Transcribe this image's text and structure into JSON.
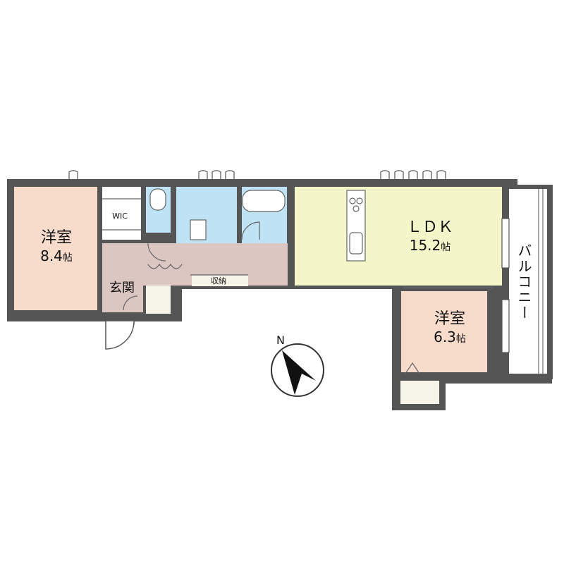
{
  "rooms": {
    "western1": {
      "name": "洋室",
      "size": "8.4",
      "unit": "帖"
    },
    "ldk": {
      "name": "ＬＤＫ",
      "size": "15.2",
      "unit": "帖"
    },
    "western2": {
      "name": "洋室",
      "size": "6.3",
      "unit": "帖"
    },
    "wic": {
      "name": "WIC"
    },
    "entrance": {
      "name": "玄関"
    },
    "storage": {
      "name": "収納"
    },
    "balcony": {
      "name": "バルコニー"
    }
  },
  "compass": {
    "label": "N"
  },
  "colors": {
    "wall": "#555555",
    "western": "#f7dccc",
    "ldk": "#f4f5c8",
    "wet": "#bfe3f5",
    "hall": "#dcc6c1",
    "storage": "#f6f3e8"
  }
}
